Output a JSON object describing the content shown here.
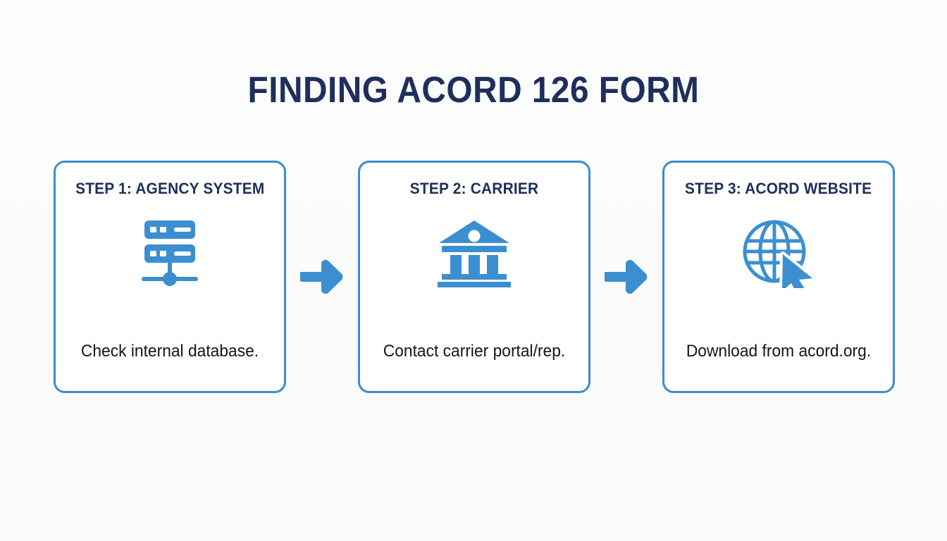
{
  "page": {
    "title": "FINDING ACORD 126 FORM",
    "background_color": "#fbfbfc"
  },
  "colors": {
    "title_navy": "#1e2f5c",
    "accent_blue": "#3b8fd1",
    "border_blue": "#3a8ec9",
    "body_text": "#15151a",
    "card_background": "#ffffff"
  },
  "diagram": {
    "type": "process-flow",
    "orientation": "horizontal",
    "step_count": 3,
    "connector": "right-arrow",
    "steps": [
      {
        "title": "STEP 1: AGENCY SYSTEM",
        "icon": "server-stack-icon",
        "description": "Check internal database."
      },
      {
        "title": "STEP 2: CARRIER",
        "icon": "bank-building-icon",
        "description": "Contact carrier portal/rep."
      },
      {
        "title": "STEP 3: ACORD WEBSITE",
        "icon": "globe-cursor-icon",
        "description": "Download from acord.org."
      }
    ],
    "arrows": [
      {
        "label": "arrow-step1-to-step2"
      },
      {
        "label": "arrow-step2-to-step3"
      }
    ]
  }
}
